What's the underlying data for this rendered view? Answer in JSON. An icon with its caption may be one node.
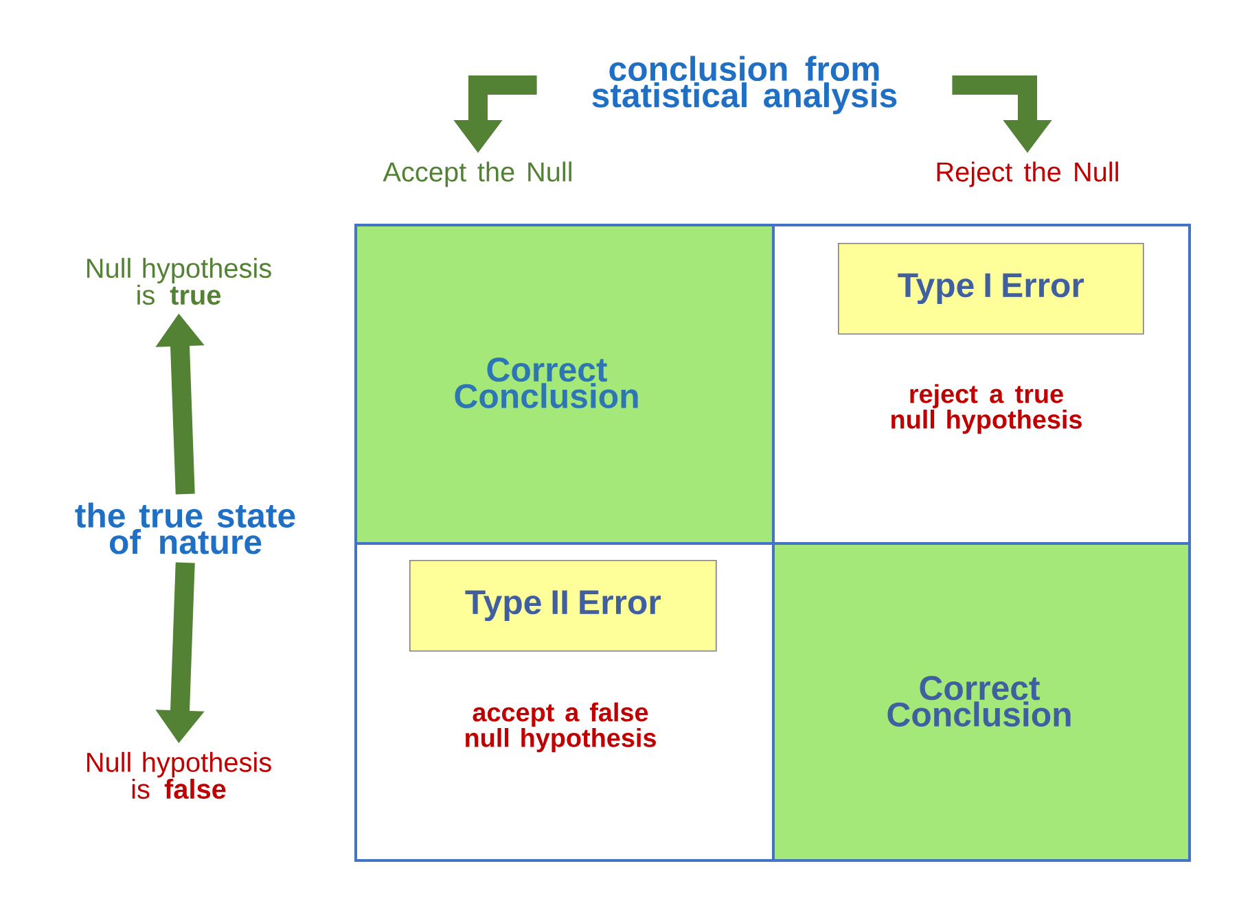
{
  "diagram": {
    "nodes": [
      {
        "text": [
          "conclusion from statistical analysis"
        ]
      },
      {
        "text": [
          "Accept the Null"
        ]
      },
      {
        "text": [
          "Reject the Null"
        ]
      },
      {
        "text": [
          "Null hypothesis is **true**"
        ]
      },
      {
        "text": [
          "the true state of nature"
        ]
      },
      {
        "text": [
          "Null hypothesis is **false**"
        ]
      },
      {
        "text": [
          "Correct Conclusion"
        ]
      },
      {
        "text": [
          "reject a true null hypothesis"
        ]
      },
      {
        "text": [
          "Type I Error"
        ],
        "in": 7
      },
      {
        "text": [
          "accept a false null hypothesis"
        ]
      },
      {
        "text": [
          "Type II Error"
        ],
        "in": 9
      },
      {
        "text": [
          "Correct Conclusion"
        ]
      }
    ],
    "edges": [
      {
        "from": 0,
        "to": 1,
        "arrow": "to"
      },
      {
        "from": 0,
        "to": 2,
        "arrow": "to"
      },
      {
        "from": 4,
        "to": 3,
        "arrow": "to"
      },
      {
        "from": 4,
        "to": 5,
        "arrow": "to"
      }
    ]
  }
}
